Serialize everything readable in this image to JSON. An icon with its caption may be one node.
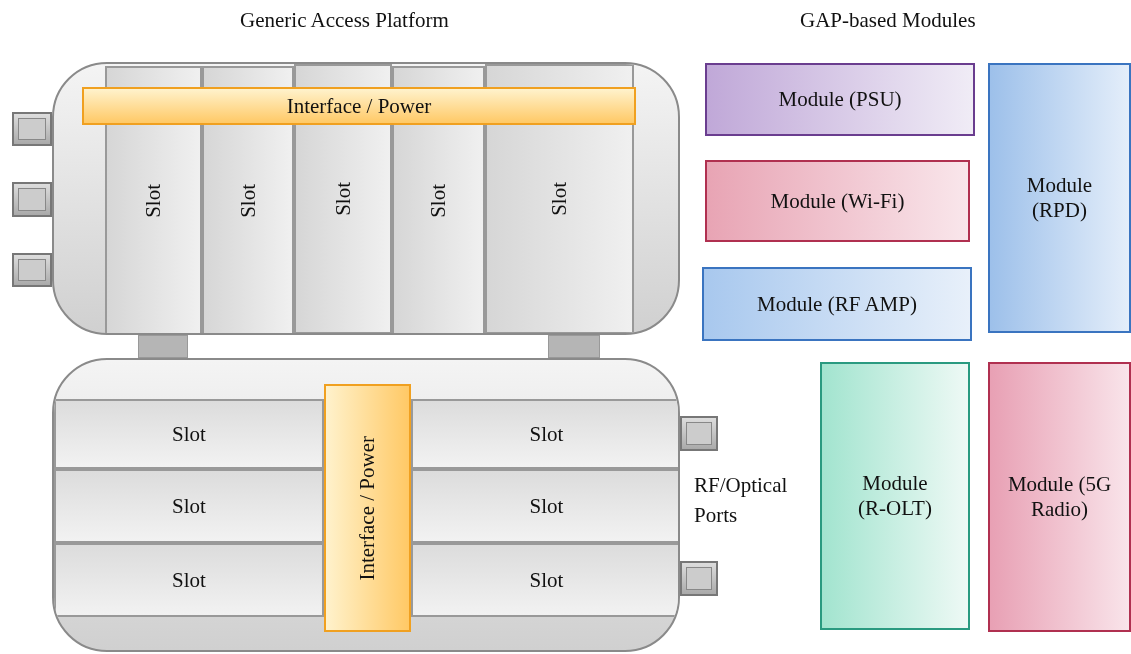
{
  "diagram": {
    "nodes": [
      {
        "text": [],
        "shape": "box"
      },
      {
        "text": [
          "Interface / Power"
        ],
        "in": 0
      },
      {
        "text": [
          "Slot"
        ],
        "in": 0
      },
      {
        "text": [
          "Slot"
        ],
        "in": 0
      },
      {
        "text": [
          "Slot"
        ],
        "in": 0
      },
      {
        "text": [
          "Slot"
        ],
        "in": 0
      },
      {
        "text": [
          "Slot"
        ],
        "in": 0
      },
      {
        "text": [],
        "shape": "box"
      },
      {
        "text": [
          "Slot"
        ],
        "in": 7
      },
      {
        "text": [
          "Interface / Power"
        ],
        "in": 7
      },
      {
        "text": [
          "Slot"
        ],
        "in": 7
      },
      {
        "text": [
          "Slot"
        ],
        "in": 7
      },
      {
        "text": [
          "Slot"
        ],
        "in": 7
      },
      {
        "text": [
          "Slot"
        ],
        "in": 7
      },
      {
        "text": [
          "Slot"
        ],
        "in": 7
      },
      {
        "text": [
          "Module (PSU)"
        ]
      },
      {
        "text": [
          "Module (RPD)"
        ]
      },
      {
        "text": [
          "Module (Wi-Fi)"
        ]
      },
      {
        "text": [
          "Module (RF AMP)"
        ]
      },
      {
        "text": [
          "Module (R-OLT)"
        ]
      },
      {
        "text": [
          "Module (5G Radio)"
        ]
      }
    ],
    "labels": [
      "Generic Access Platform",
      "GAP-based Modules",
      "RF/Optical Ports"
    ]
  }
}
